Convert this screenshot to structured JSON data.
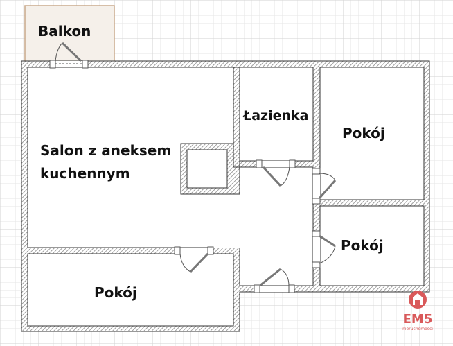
{
  "rooms": {
    "balkon": "Balkon",
    "salon_line1": "Salon z aneksem",
    "salon_line2": "kuchennym",
    "lazienka": "Łazienka",
    "pokoj_top_right": "Pokój",
    "pokoj_mid_right": "Pokój",
    "pokoj_bottom_left": "Pokój"
  },
  "logo": {
    "name": "EM5",
    "tagline": "nieruchomości",
    "color": "#d9595a"
  },
  "colors": {
    "wall_hatch": "#8a8a8a",
    "balcony_fill": "#f5f0ea",
    "balcony_border": "#c8a88a",
    "grid": "#e2e2e2"
  }
}
